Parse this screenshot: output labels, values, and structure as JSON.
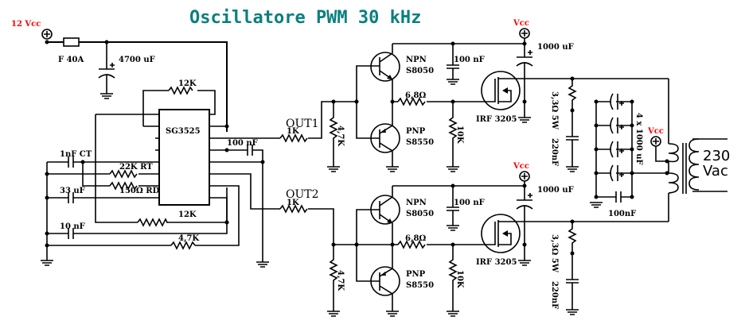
{
  "title": "Oscillatore PWM 30 kHz",
  "colors": {
    "title": "#0a7f7f",
    "supply_label": "#ff0000",
    "wire": "#000000"
  },
  "supply": {
    "main_label": "12 Vcc",
    "vcc_label": "Vcc"
  },
  "input_stage": {
    "fuse": "F 40A",
    "bulk_cap": "4700 uF"
  },
  "controller": {
    "ic": "SG3525",
    "feedback_resistor_top": "12K",
    "ct_cap": "1nF CT",
    "rt_resistor": "22K RT",
    "rd_resistor": "150Ω RD",
    "softstart_cap": "33 uF",
    "feedback_resistor_bottom": "12K",
    "comp_cap": "10 nF",
    "bottom_resistor": "4,7K",
    "decoupling_cap": "100 nF"
  },
  "channels": [
    {
      "output_label": "OUT1",
      "series_resistor": "1K",
      "pulldown_resistor": "4,7K",
      "npn": {
        "type": "NPN",
        "part": "S8050"
      },
      "pnp": {
        "type": "PNP",
        "part": "S8550"
      },
      "driver_cap": "100 nF",
      "gate_resistor": "6,8Ω",
      "gate_pulldown": "10K",
      "mosfet": "IRF 3205",
      "drain_cap": "1000 uF",
      "snubber_resistor": "3,3Ω 5W",
      "snubber_cap": "220nF"
    },
    {
      "output_label": "OUT2",
      "series_resistor": "1K",
      "pulldown_resistor": "4,7K",
      "npn": {
        "type": "NPN",
        "part": "S8050"
      },
      "pnp": {
        "type": "PNP",
        "part": "S8550"
      },
      "driver_cap": "100 nF",
      "gate_resistor": "6,8Ω",
      "gate_pulldown": "10K",
      "mosfet": "IRF 3205",
      "drain_cap": "1000 uF",
      "snubber_resistor": "3,3Ω 5W",
      "snubber_cap": "220nF"
    }
  ],
  "output_stage": {
    "cap_bank": "4 x 1000 uF",
    "bank_bypass_cap": "100nF",
    "transformer_output_line1": "230",
    "transformer_output_line2": "Vac"
  }
}
